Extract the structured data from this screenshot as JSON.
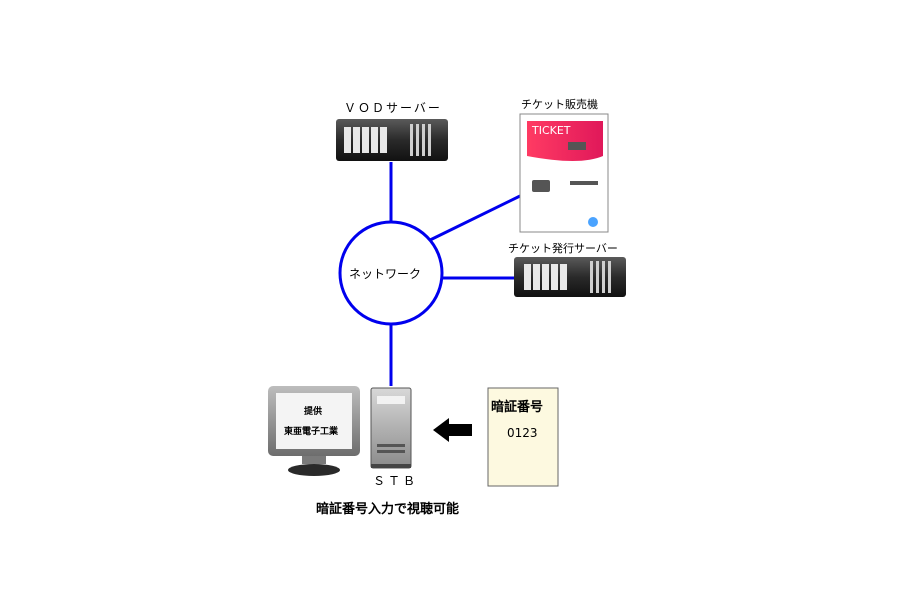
{
  "vod_server": {
    "label": "ＶＯＤサーバー"
  },
  "ticket_machine": {
    "label": "チケット販売機",
    "screen_text": "TICKET"
  },
  "ticket_server": {
    "label": "チケット発行サーバー"
  },
  "network": {
    "label": "ネットワーク"
  },
  "monitor": {
    "line1": "提供",
    "line2": "東亜電子工業"
  },
  "stb": {
    "label": "ＳＴＢ"
  },
  "pin_card": {
    "title": "暗証番号",
    "code": "0123"
  },
  "caption": "暗証番号入力で視聴可能",
  "colors": {
    "link": "#0000ee",
    "ticket_red": "#e8204f",
    "server_dark": "#2c2c2c",
    "card_bg": "#fdf9e0"
  },
  "icons": [
    "server-icon",
    "ticket-machine-icon",
    "monitor-icon",
    "stb-icon",
    "arrow-left-icon",
    "pin-card-icon"
  ]
}
